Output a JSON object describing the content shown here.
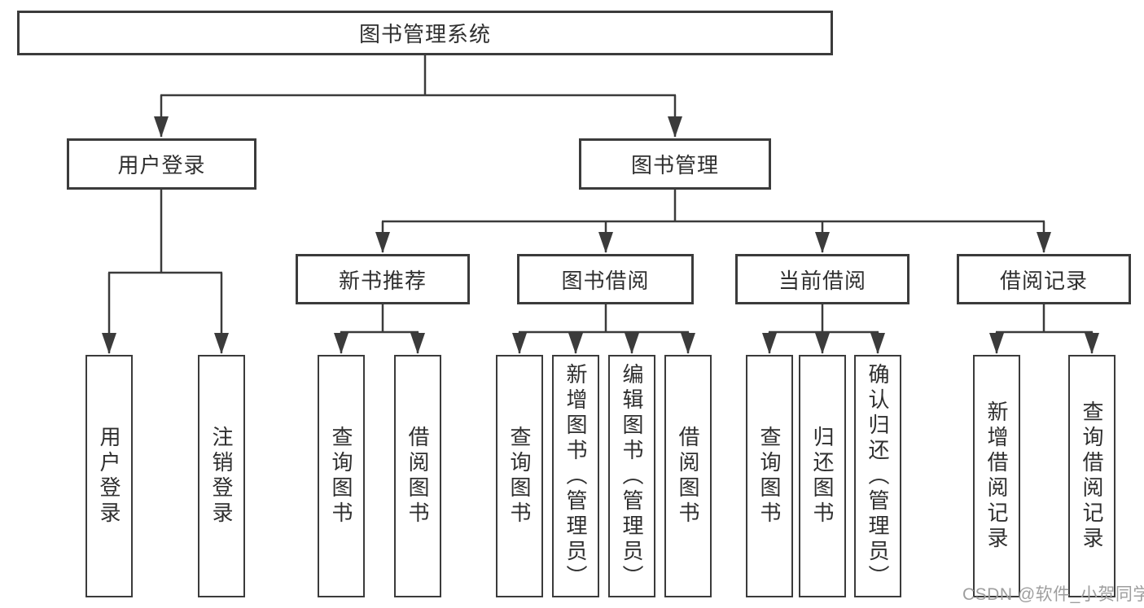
{
  "tree": {
    "label": "图书管理系统",
    "children": [
      {
        "label": "用户登录",
        "children": [
          {
            "label": "用户登录"
          },
          {
            "label": "注销登录"
          }
        ]
      },
      {
        "label": "图书管理",
        "children": [
          {
            "label": "新书推荐",
            "children": [
              {
                "label": "查询图书"
              },
              {
                "label": "借阅图书"
              }
            ]
          },
          {
            "label": "图书借阅",
            "children": [
              {
                "label": "查询图书"
              },
              {
                "label": "新增图书（管理员）"
              },
              {
                "label": "编辑图书（管理员）"
              },
              {
                "label": "借阅图书"
              }
            ]
          },
          {
            "label": "当前借阅",
            "children": [
              {
                "label": "查询图书"
              },
              {
                "label": "归还图书"
              },
              {
                "label": "确认归还（管理员）"
              }
            ]
          },
          {
            "label": "借阅记录",
            "children": [
              {
                "label": "新增借阅记录"
              },
              {
                "label": "查询借阅记录"
              }
            ]
          }
        ]
      }
    ]
  },
  "watermark": {
    "text": "CSDN @软件_小贺同学"
  },
  "colors": {
    "line": "#3b3b3b",
    "box_border": "#3b3b3b",
    "text": "#2f2f2f",
    "watermark": "#9e9e9e",
    "background": "#ffffff"
  }
}
